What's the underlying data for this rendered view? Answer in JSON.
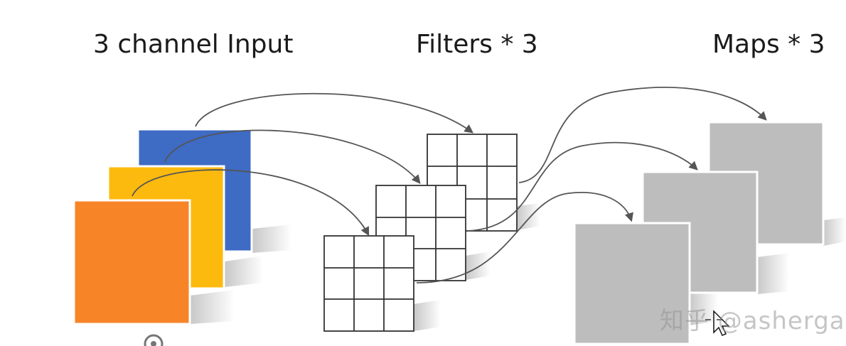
{
  "titles": {
    "input": "3 channel Input",
    "filters": "Filters * 3",
    "maps": "Maps * 3"
  },
  "watermark": "知乎 @ashergag",
  "colors": {
    "channel_blue": "#3E6BC4",
    "channel_yellow": "#FDBA0E",
    "channel_orange": "#F88428",
    "map_gray": "#BDBDBD",
    "arrow": "#555555",
    "grid_line": "#333333"
  },
  "diagram": {
    "channels": [
      "blue",
      "yellow",
      "orange"
    ],
    "filter_count": 3,
    "filter_grid": [
      3,
      3
    ],
    "map_count": 3
  }
}
